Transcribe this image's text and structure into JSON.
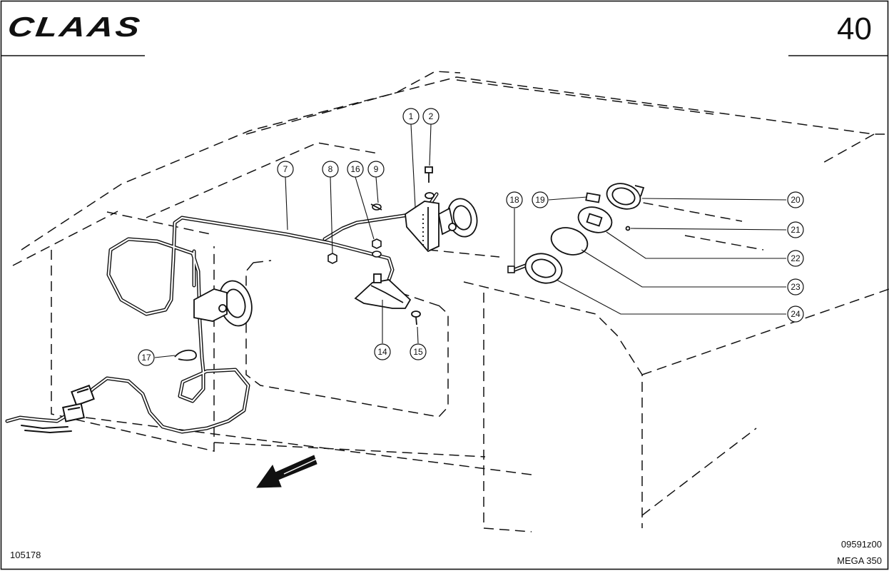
{
  "header": {
    "brand": "CLAAS",
    "page_number": "40"
  },
  "footer": {
    "doc_number": "105178",
    "drawing_code": "09591z00",
    "model": "MEGA 350"
  },
  "callouts": [
    "1",
    "2",
    "7",
    "8",
    "9",
    "14",
    "15",
    "16",
    "17",
    "18",
    "19",
    "20",
    "21",
    "22",
    "23",
    "24"
  ],
  "colors": {
    "ink": "#111111",
    "paper": "#ffffff"
  }
}
